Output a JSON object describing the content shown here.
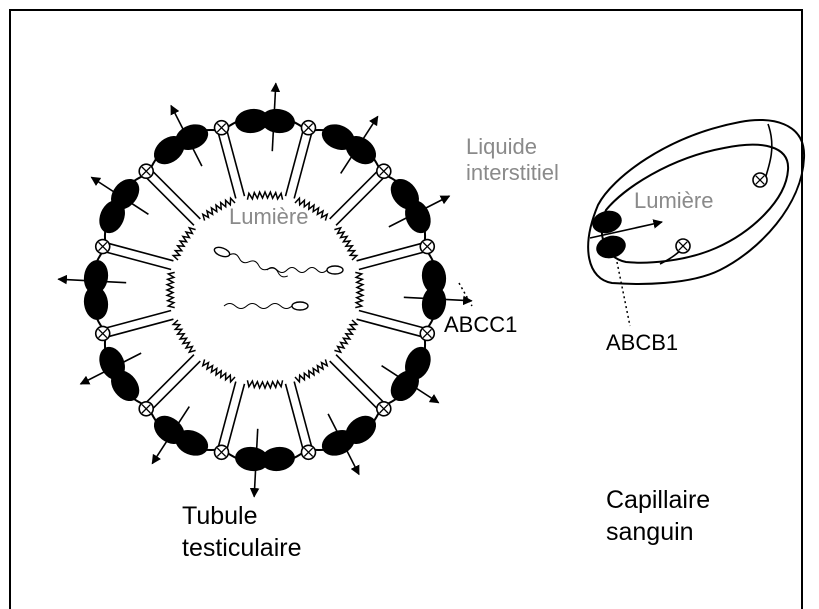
{
  "labels": {
    "lumiere_tubule": "Lumière",
    "liquide_interstitiel": "Liquide\ninterstitiel",
    "lumiere_capillaire": "Lumière",
    "abcc1": "ABCC1",
    "abcb1": "ABCB1",
    "tubule": "Tubule\ntesticulaire",
    "capillaire": "Capillaire\nsanguin"
  },
  "colors": {
    "outline": "#000000",
    "grey_label": "#8a8a8a",
    "transporter_fill": "#000000"
  },
  "icons": [
    "tight-junction-icon",
    "transporter-icon",
    "spermatozoon-icon",
    "arrow-icon"
  ]
}
